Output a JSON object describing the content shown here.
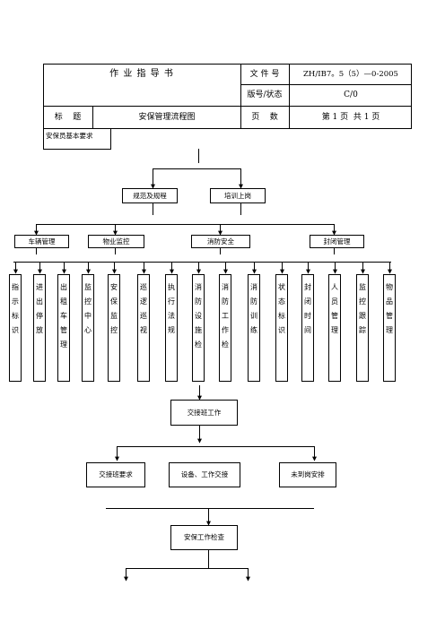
{
  "header": {
    "title": "作 业 指 导 书",
    "file_no_label": "文 件 号",
    "file_no_value": "ZH/IB7。5（5）—0-2005",
    "version_label": "版号/状态",
    "version_value": "C/0",
    "subject_label": "标    题",
    "subject_value": "安保管理流程图",
    "page_label": "页    数",
    "page_value": "第 1 页  共 1 页"
  },
  "flow": {
    "root": "安保员基本要求",
    "level1": [
      "规范及规程",
      "培训上岗"
    ],
    "level2": [
      "车辆管理",
      "物业监控",
      "消防安全",
      "封闭管理"
    ],
    "columns": [
      [
        "指",
        "示",
        "标",
        "识"
      ],
      [
        "进",
        "出",
        "停",
        "放"
      ],
      [
        "出",
        "租",
        "车",
        "管",
        "理"
      ],
      [
        "监",
        "控",
        "中",
        "心"
      ],
      [
        "安",
        "保",
        "监",
        "控"
      ],
      [
        "巡",
        "逻",
        "巡",
        "视"
      ],
      [
        "执",
        "行",
        "法",
        "规"
      ],
      [
        "消",
        "防",
        "设",
        "施",
        "检"
      ],
      [
        "消",
        "防",
        "工",
        "作",
        "检"
      ],
      [
        "消",
        "防",
        "训",
        "练"
      ],
      [
        "状",
        "态",
        "标",
        "识"
      ],
      [
        "封",
        "闭",
        "时",
        "间"
      ],
      [
        "人",
        "员",
        "管",
        "理"
      ],
      [
        "监",
        "控",
        "跟",
        "踪"
      ],
      [
        "物",
        "品",
        "管",
        "理"
      ]
    ],
    "shift": "交接班工作",
    "shift_items": [
      "交接班要求",
      "设备、工作交接",
      "未到岗安排"
    ],
    "check": "安保工作检查"
  }
}
